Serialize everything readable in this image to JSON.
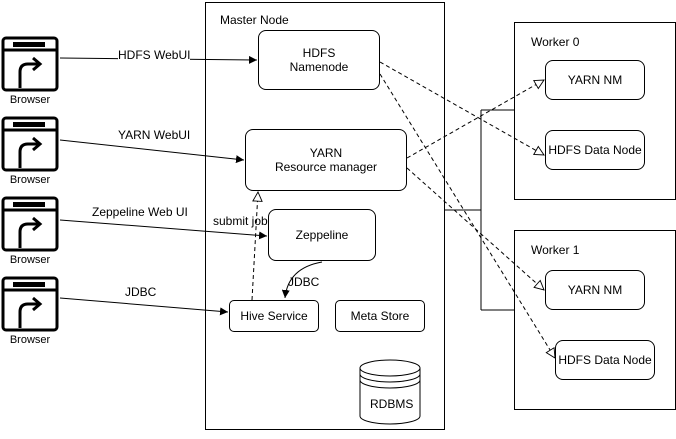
{
  "master": {
    "title": "Master Node"
  },
  "workers": [
    {
      "title": "Worker 0",
      "nm": "YARN NM",
      "dn": "HDFS Data Node"
    },
    {
      "title": "Worker 1",
      "nm": "YARN NM",
      "dn": "HDFS Data Node"
    }
  ],
  "nodes": {
    "hdfs_line1": "HDFS",
    "hdfs_line2": "Namenode",
    "yarn_line1": "YARN",
    "yarn_line2": "Resource manager",
    "zeppelin": "Zeppeline",
    "hive": "Hive Service",
    "metastore": "Meta Store",
    "rdbms": "RDBMS"
  },
  "edges": {
    "hdfs_webui": "HDFS WebUI",
    "yarn_webui": "YARN WebUI",
    "zeppelin_webui": "Zeppeline Web UI",
    "jdbc_in": "JDBC",
    "jdbc_internal": "JDBC",
    "submit_job": "submit job"
  },
  "browsers": [
    "Browser",
    "Browser",
    "Browser",
    "Browser"
  ]
}
